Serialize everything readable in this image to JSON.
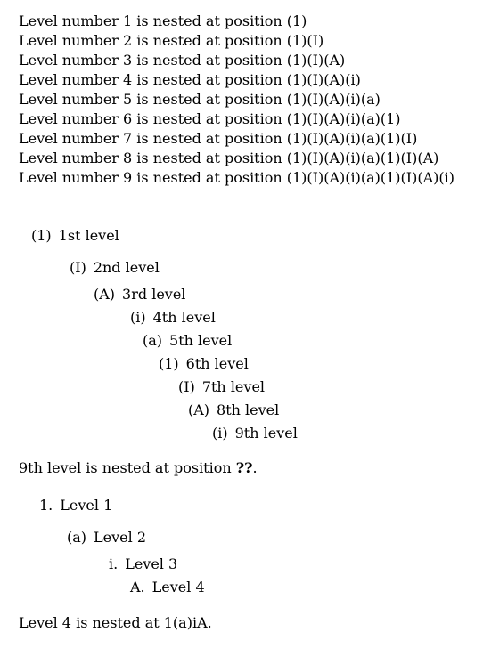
{
  "intro_lines": [
    "Level number 1 is nested at position (1)",
    "Level number 2 is nested at position (1)(I)",
    "Level number 3 is nested at position (1)(I)(A)",
    "Level number 4 is nested at position (1)(I)(A)(i)",
    "Level number 5 is nested at position (1)(I)(A)(i)(a)",
    "Level number 6 is nested at position (1)(I)(A)(i)(a)(1)",
    "Level number 7 is nested at position (1)(I)(A)(i)(a)(1)(I)",
    "Level number 8 is nested at position (1)(I)(A)(i)(a)(1)(I)(A)",
    "Level number 9 is nested at position (1)(I)(A)(i)(a)(1)(I)(A)(i)"
  ],
  "nested_list": [
    {
      "label": "(1)",
      "text": "1st level"
    },
    {
      "label": "(I)",
      "text": "2nd level"
    },
    {
      "label": "(A)",
      "text": "3rd level"
    },
    {
      "label": "(i)",
      "text": "4th level"
    },
    {
      "label": "(a)",
      "text": "5th level"
    },
    {
      "label": "(1)",
      "text": "6th level"
    },
    {
      "label": "(I)",
      "text": "7th level"
    },
    {
      "label": "(A)",
      "text": "8th level"
    },
    {
      "label": "(i)",
      "text": "9th level"
    }
  ],
  "ref_sentence": {
    "before": "9th level is nested at position ",
    "ref": "??",
    "after": "."
  },
  "enum_list": [
    {
      "label": "1.",
      "text": "Level 1"
    },
    {
      "label": "(a)",
      "text": "Level 2"
    },
    {
      "label": "i.",
      "text": "Level 3"
    },
    {
      "label": "A.",
      "text": "Level 4"
    }
  ],
  "final_sentence": "Level 4 is nested at 1(a)iA."
}
